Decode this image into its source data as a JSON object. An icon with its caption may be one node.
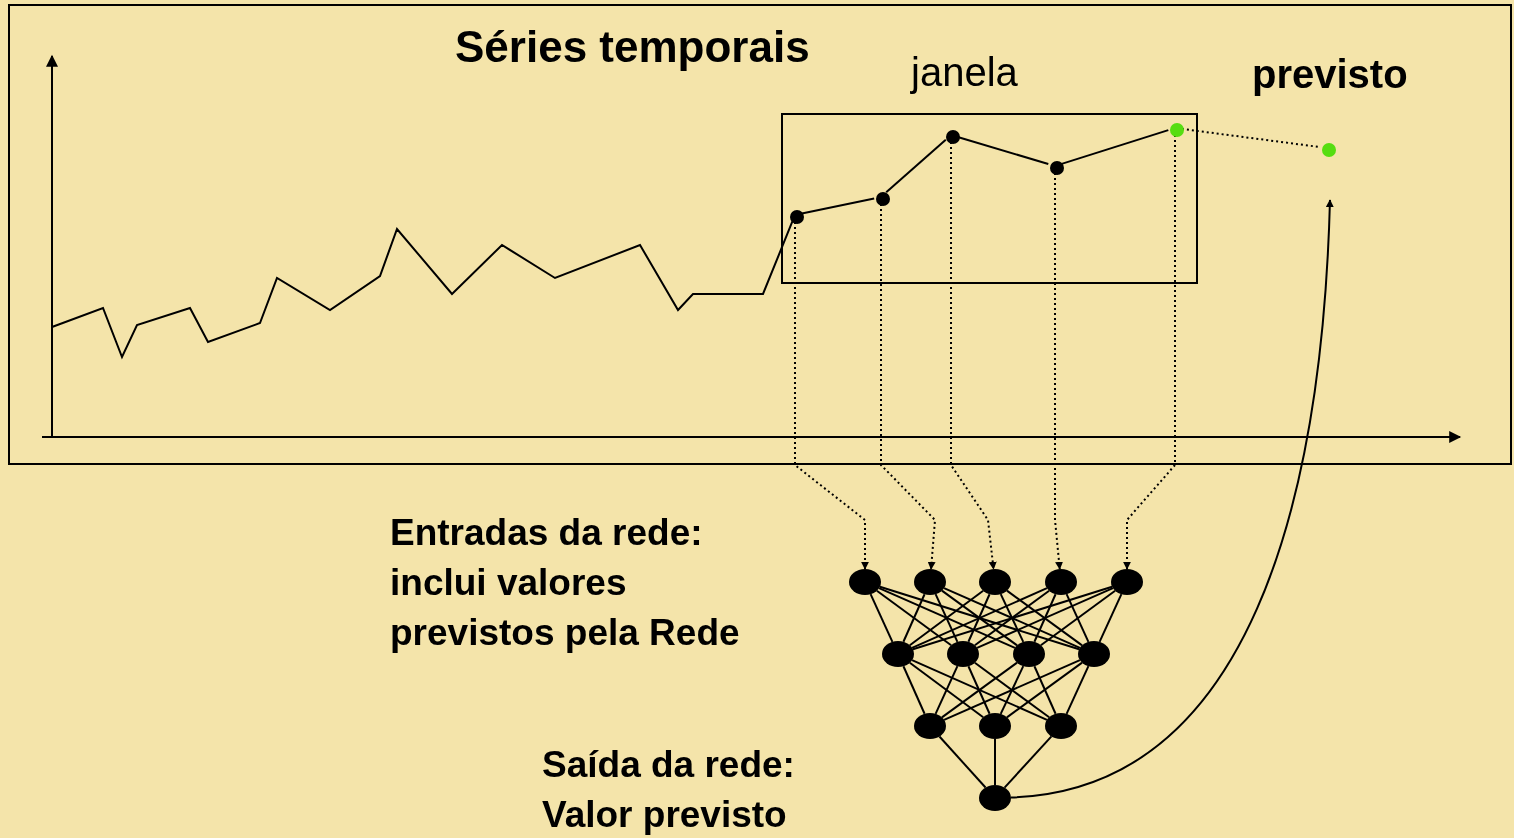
{
  "diagram": {
    "nodes": [
      {
        "text": [
          "Séries temporais"
        ]
      },
      {
        "text": [
          "janela"
        ],
        "in": 0
      },
      {
        "text": [],
        "shape": "circle",
        "in": 1
      },
      {
        "text": [],
        "shape": "circle",
        "in": 1
      },
      {
        "text": [],
        "shape": "circle",
        "in": 1
      },
      {
        "text": [],
        "shape": "circle",
        "in": 1
      },
      {
        "text": [],
        "shape": "circle",
        "in": 1
      },
      {
        "text": [],
        "shape": "circle",
        "in": 0,
        "beside": [
          "previsto"
        ]
      },
      {
        "text": [],
        "shape": "circle"
      },
      {
        "text": [],
        "shape": "circle"
      },
      {
        "text": [],
        "shape": "circle"
      },
      {
        "text": [],
        "shape": "circle"
      },
      {
        "text": [],
        "shape": "circle"
      },
      {
        "text": [],
        "shape": "circle"
      },
      {
        "text": [],
        "shape": "circle"
      },
      {
        "text": [],
        "shape": "circle"
      },
      {
        "text": [],
        "shape": "circle"
      },
      {
        "text": [],
        "shape": "circle"
      },
      {
        "text": [],
        "shape": "circle"
      },
      {
        "text": [],
        "shape": "circle"
      },
      {
        "text": [],
        "shape": "circle"
      }
    ],
    "edges": [
      {
        "from": 2,
        "to": 3,
        "arrow": "none"
      },
      {
        "from": 3,
        "to": 4,
        "arrow": "none"
      },
      {
        "from": 4,
        "to": 5,
        "arrow": "none"
      },
      {
        "from": 5,
        "to": 6,
        "arrow": "none"
      },
      {
        "from": 6,
        "to": 7,
        "arrow": "none",
        "style": "dashed"
      },
      {
        "from": 2,
        "to": 8,
        "arrow": "to",
        "style": "dashed"
      },
      {
        "from": 3,
        "to": 9,
        "arrow": "to",
        "style": "dashed"
      },
      {
        "from": 4,
        "to": 10,
        "arrow": "to",
        "style": "dashed"
      },
      {
        "from": 5,
        "to": 11,
        "arrow": "to",
        "style": "dashed"
      },
      {
        "from": 6,
        "to": 12,
        "arrow": "to",
        "style": "dashed"
      },
      {
        "from": 8,
        "to": 13,
        "arrow": "none"
      },
      {
        "from": 8,
        "to": 14,
        "arrow": "none"
      },
      {
        "from": 8,
        "to": 15,
        "arrow": "none"
      },
      {
        "from": 8,
        "to": 16,
        "arrow": "none"
      },
      {
        "from": 9,
        "to": 13,
        "arrow": "none"
      },
      {
        "from": 9,
        "to": 14,
        "arrow": "none"
      },
      {
        "from": 9,
        "to": 15,
        "arrow": "none"
      },
      {
        "from": 9,
        "to": 16,
        "arrow": "none"
      },
      {
        "from": 10,
        "to": 13,
        "arrow": "none"
      },
      {
        "from": 10,
        "to": 14,
        "arrow": "none"
      },
      {
        "from": 10,
        "to": 15,
        "arrow": "none"
      },
      {
        "from": 10,
        "to": 16,
        "arrow": "none"
      },
      {
        "from": 11,
        "to": 13,
        "arrow": "none"
      },
      {
        "from": 11,
        "to": 14,
        "arrow": "none"
      },
      {
        "from": 11,
        "to": 15,
        "arrow": "none"
      },
      {
        "from": 11,
        "to": 16,
        "arrow": "none"
      },
      {
        "from": 12,
        "to": 13,
        "arrow": "none"
      },
      {
        "from": 12,
        "to": 14,
        "arrow": "none"
      },
      {
        "from": 12,
        "to": 15,
        "arrow": "none"
      },
      {
        "from": 12,
        "to": 16,
        "arrow": "none"
      },
      {
        "from": 13,
        "to": 17,
        "arrow": "none"
      },
      {
        "from": 13,
        "to": 18,
        "arrow": "none"
      },
      {
        "from": 13,
        "to": 19,
        "arrow": "none"
      },
      {
        "from": 14,
        "to": 17,
        "arrow": "none"
      },
      {
        "from": 14,
        "to": 18,
        "arrow": "none"
      },
      {
        "from": 14,
        "to": 19,
        "arrow": "none"
      },
      {
        "from": 15,
        "to": 17,
        "arrow": "none"
      },
      {
        "from": 15,
        "to": 18,
        "arrow": "none"
      },
      {
        "from": 15,
        "to": 19,
        "arrow": "none"
      },
      {
        "from": 16,
        "to": 17,
        "arrow": "none"
      },
      {
        "from": 16,
        "to": 18,
        "arrow": "none"
      },
      {
        "from": 16,
        "to": 19,
        "arrow": "none"
      },
      {
        "from": 17,
        "to": 20,
        "arrow": "none"
      },
      {
        "from": 18,
        "to": 20,
        "arrow": "none"
      },
      {
        "from": 19,
        "to": 20,
        "arrow": "none"
      },
      {
        "from": 20,
        "to": 7,
        "arrow": "to"
      },
      {
        "from": null,
        "to": 2,
        "arrow": "none"
      }
    ],
    "labels": [
      "Entradas da rede: inclui valores previstos pela Rede",
      "Saída da rede: Valor previsto"
    ]
  }
}
